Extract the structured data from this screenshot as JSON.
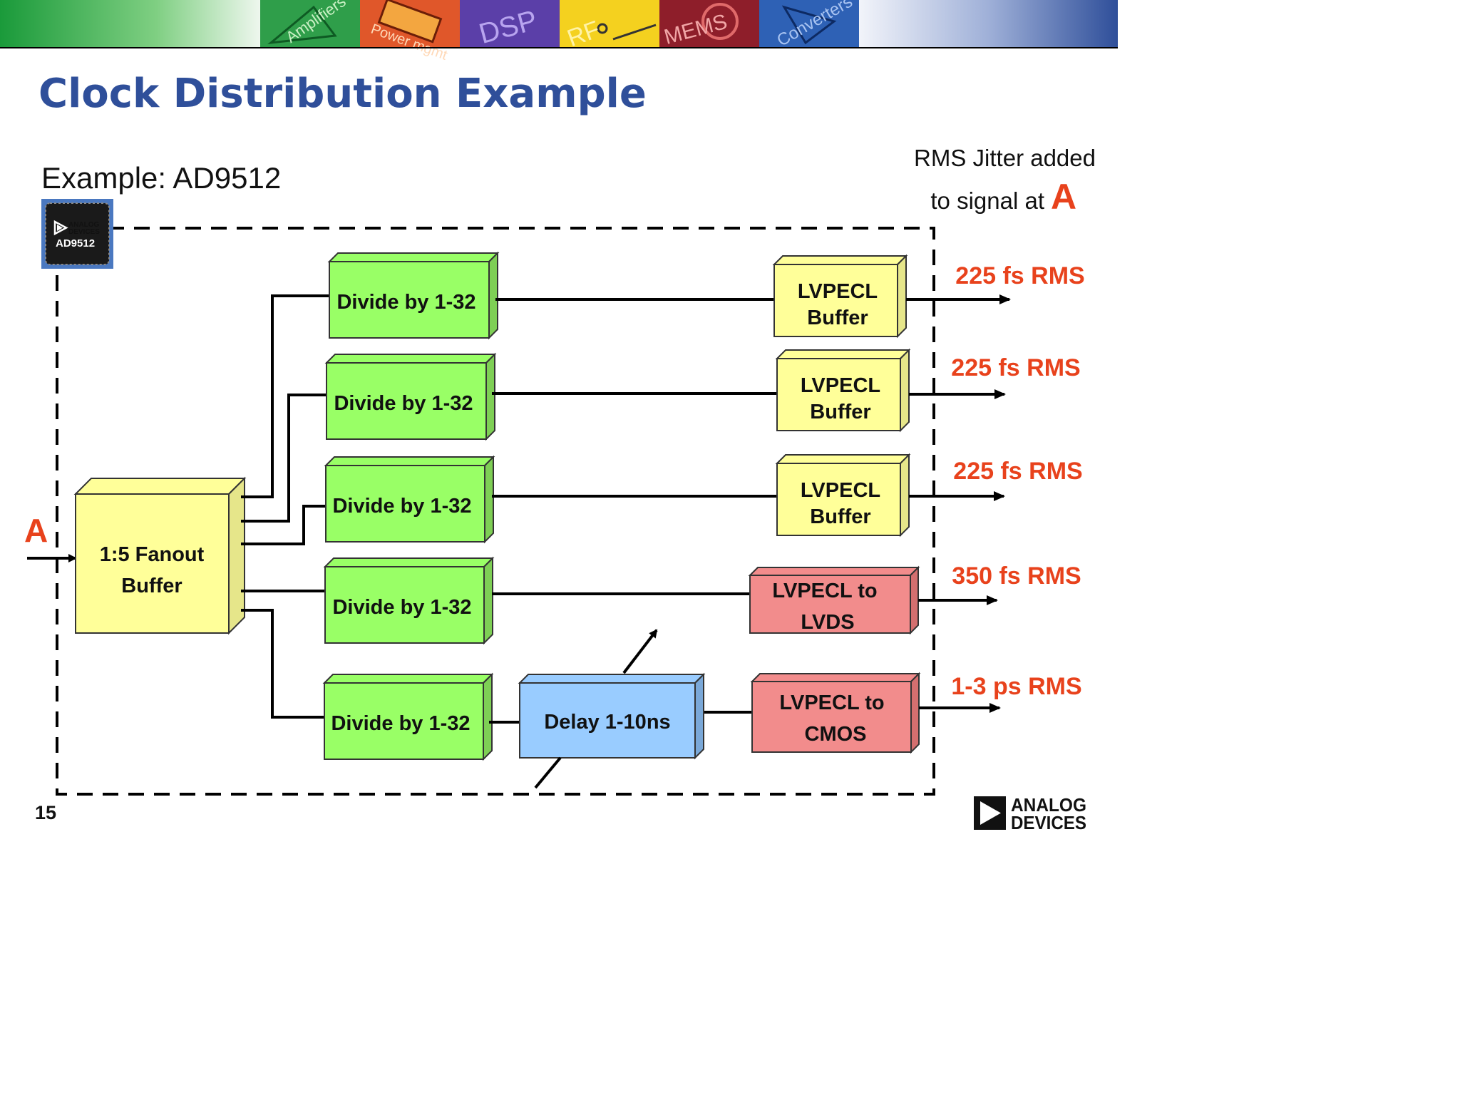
{
  "banner": {
    "panels": [
      "Amplifiers",
      "Power mgmt",
      "DSP",
      "RF",
      "MEMS",
      "Converters"
    ]
  },
  "title": "Clock Distribution Example",
  "subtitle": "Example: AD9512",
  "chip": {
    "brand_line1": "ANALOG",
    "brand_line2": "DEVICES",
    "part": "AD9512"
  },
  "jitter_header": {
    "line1": "RMS Jitter added",
    "line2": "to signal at",
    "marker": "A"
  },
  "input_marker": "A",
  "fanout": {
    "line1": "1:5 Fanout",
    "line2": "Buffer"
  },
  "dividers": [
    "Divide by 1-32",
    "Divide by 1-32",
    "Divide by 1-32",
    "Divide by 1-32",
    "Divide by 1-32"
  ],
  "delay": "Delay 1-10ns",
  "outputs": [
    {
      "line1": "LVPECL",
      "line2": "Buffer",
      "jitter": "225 fs RMS"
    },
    {
      "line1": "LVPECL",
      "line2": "Buffer",
      "jitter": "225 fs RMS"
    },
    {
      "line1": "LVPECL",
      "line2": "Buffer",
      "jitter": "225 fs RMS"
    },
    {
      "line1": "LVPECL to",
      "line2": "LVDS",
      "jitter": "350 fs RMS"
    },
    {
      "line1": "LVPECL to",
      "line2": "CMOS",
      "jitter": "1-3 ps RMS"
    }
  ],
  "page_number": "15",
  "footer_logo": {
    "line1": "ANALOG",
    "line2": "DEVICES"
  },
  "colors": {
    "title": "#2f4f9a",
    "jitter": "#e8421c",
    "fanout": "#ffff99",
    "divider": "#99ff66",
    "lvpecl_buffer": "#ffff99",
    "converter": "#f28c8c",
    "delay": "#99ccff"
  }
}
